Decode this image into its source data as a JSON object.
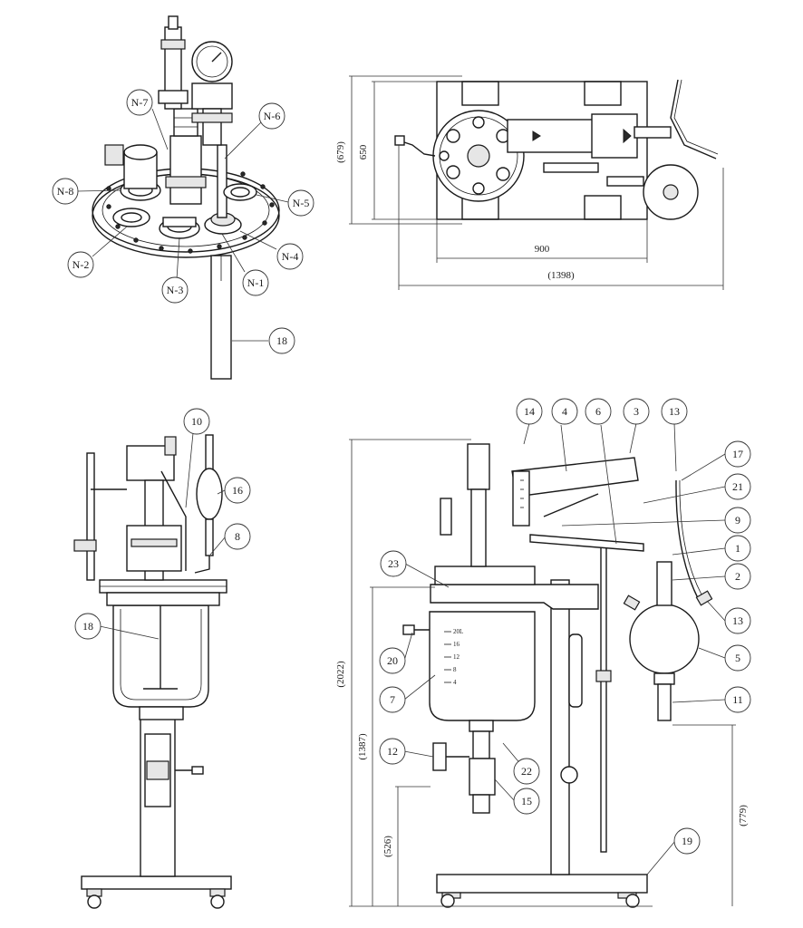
{
  "callouts": {
    "top_left": [
      "N-7",
      "N-6",
      "N-8",
      "N-5",
      "N-2",
      "N-4",
      "N-3",
      "N-1",
      "18"
    ],
    "bottom_left": [
      "10",
      "16",
      "8",
      "18"
    ],
    "bottom_right": [
      "14",
      "4",
      "6",
      "3",
      "13",
      "17",
      "21",
      "9",
      "1",
      "2",
      "23",
      "13",
      "5",
      "20",
      "7",
      "11",
      "12",
      "22",
      "15",
      "19"
    ]
  },
  "dimensions": {
    "top_right": {
      "height_outer": "(679)",
      "height_inner": "650",
      "width_inner": "900",
      "width_outer": "(1398)"
    },
    "bottom_right": {
      "total_height": "(2022)",
      "rim_height": "(1387)",
      "valve_height": "(526)",
      "outlet_height": "(779)"
    }
  },
  "vessel_scale": [
    "20L",
    "16",
    "12",
    "8",
    "4"
  ]
}
